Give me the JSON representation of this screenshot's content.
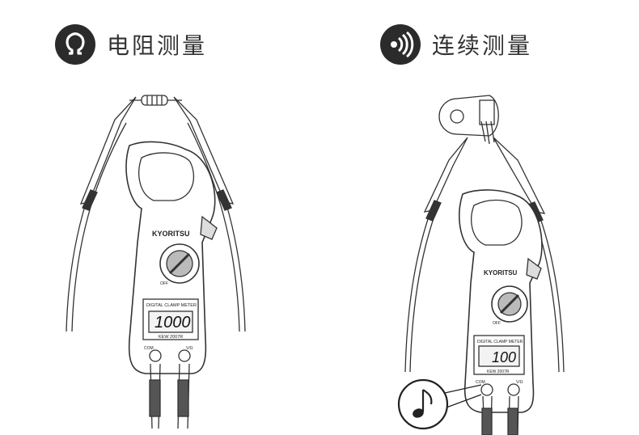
{
  "left": {
    "heading": "电阻测量",
    "icon": "ohm-icon",
    "meter": {
      "brand": "KYORITSU",
      "title": "DIGITAL CLAMP METER",
      "reading": "1000",
      "model": "KEW 2007R",
      "term_com": "COM",
      "term_v": "V/Ω",
      "off": "OFF"
    }
  },
  "right": {
    "heading": "连续测量",
    "icon": "sound-icon",
    "meter": {
      "brand": "KYORITSU",
      "title": "DIGITAL CLAMP METER",
      "reading": "100",
      "model": "KEW 2007R",
      "term_com": "COM",
      "term_v": "V/Ω",
      "off": "OFF"
    },
    "badge_icon": "music-note-icon"
  },
  "colors": {
    "ink": "#2b2b2b",
    "background": "#ffffff"
  }
}
